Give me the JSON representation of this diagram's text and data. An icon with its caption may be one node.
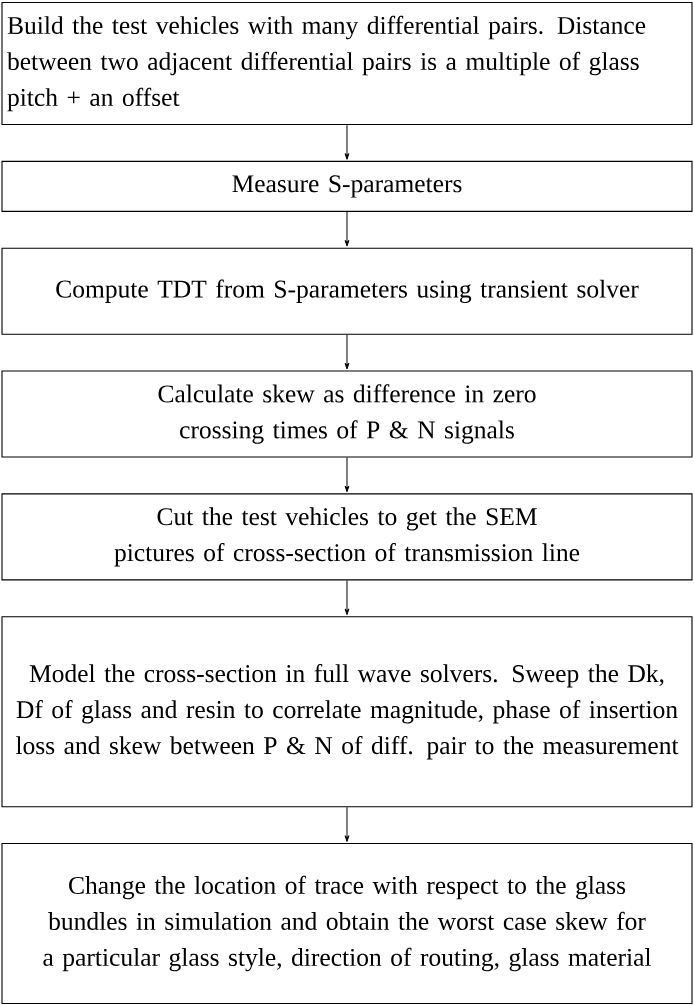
{
  "diagram": {
    "nodes": [
      {
        "text": [
          "Build the test vehicles with many differential pairs. Distance between two adjacent differential pairs is a multiple of glass pitch + an offset"
        ]
      },
      {
        "text": [
          "Measure S-parameters"
        ]
      },
      {
        "text": [
          "Compute TDT from S-parameters using transient solver"
        ]
      },
      {
        "text": [
          "Calculate skew as difference in zero crossing times of P & N signals"
        ]
      },
      {
        "text": [
          "Cut the test vehicles to get the SEM pictures of cross-section of transmission line"
        ]
      },
      {
        "text": [
          "Model the cross-section in full wave solvers. Sweep the Dk, Df of glass and resin to correlate magnitude, phase of insertion loss and skew between P & N of diff. pair to the measurement"
        ]
      },
      {
        "text": [
          "Change the location of trace with respect to the glass bundles in simulation and obtain the worst case skew for a particular glass style, direction of routing, glass material"
        ]
      }
    ],
    "edges": [
      {
        "from": 0,
        "to": 1,
        "arrow": "to"
      },
      {
        "from": 1,
        "to": 2,
        "arrow": "to"
      },
      {
        "from": 2,
        "to": 3,
        "arrow": "to"
      },
      {
        "from": 3,
        "to": 4,
        "arrow": "to"
      },
      {
        "from": 4,
        "to": 5,
        "arrow": "to"
      },
      {
        "from": 5,
        "to": 6,
        "arrow": "to"
      }
    ]
  }
}
